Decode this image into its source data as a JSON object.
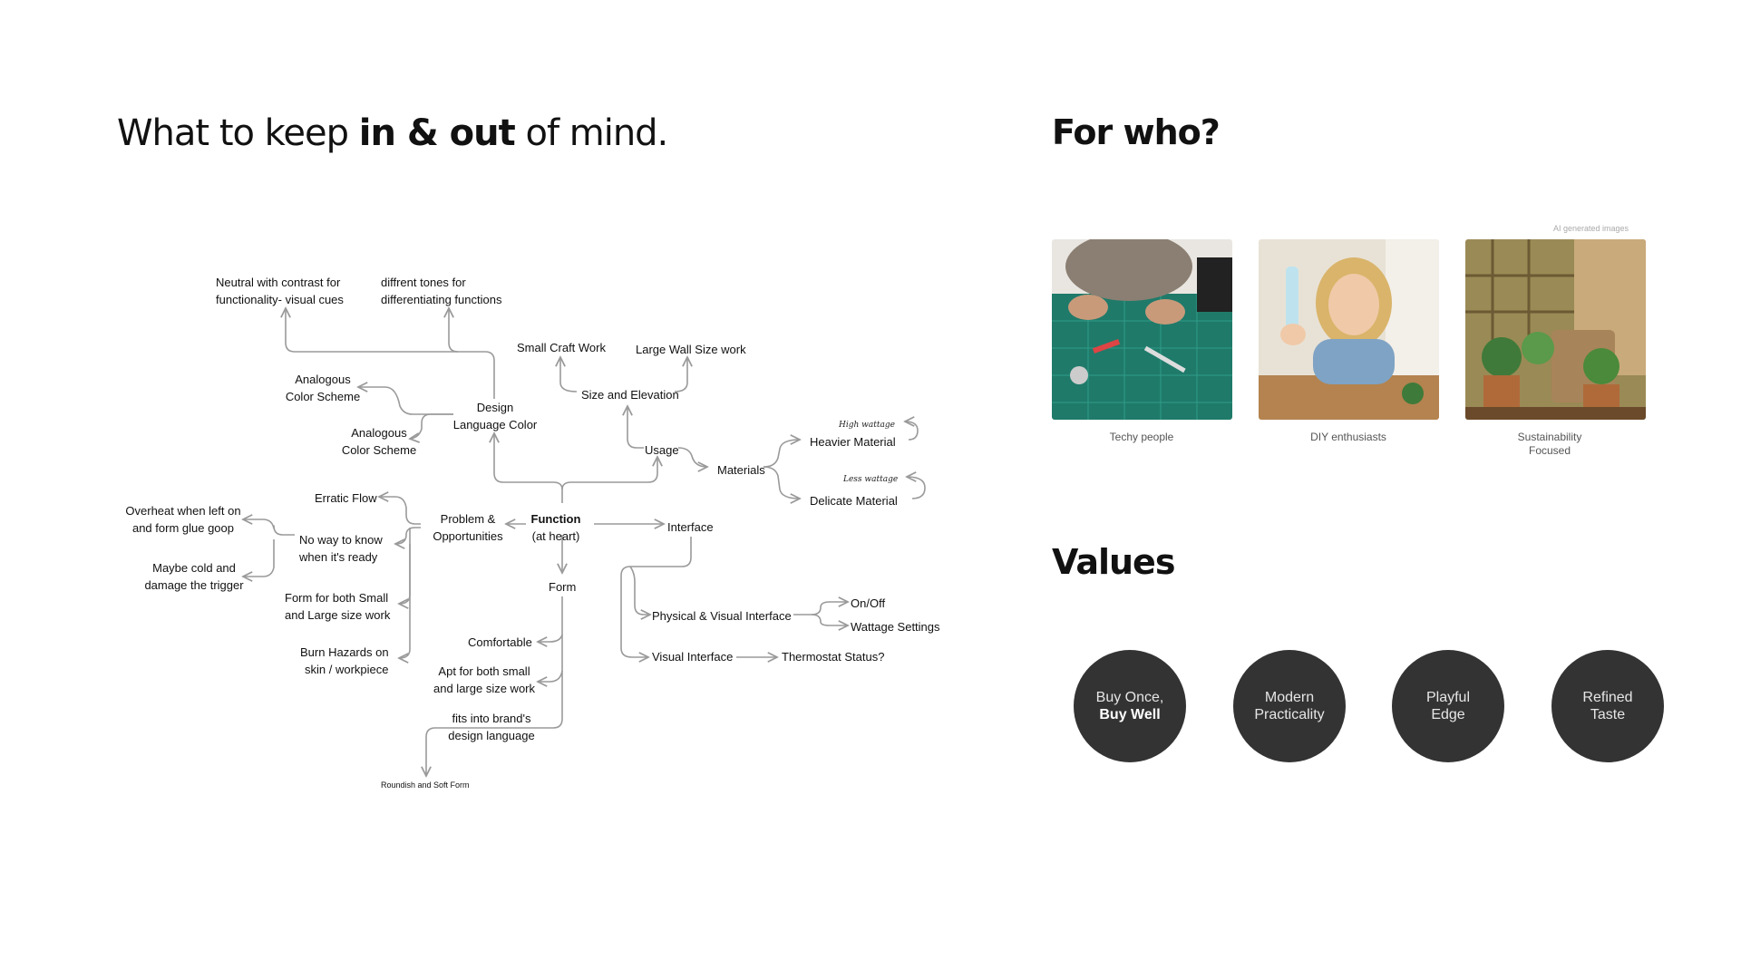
{
  "left": {
    "title_part1": "What to keep ",
    "title_bold1": "in & out",
    "title_part2": " of mind."
  },
  "mindmap": {
    "neutral": [
      "Neutral with contrast for",
      "functionality- visual cues"
    ],
    "tones": [
      "diffrent tones for",
      "differentiating functions"
    ],
    "small_craft": "Small Craft Work",
    "large_wall": "Large Wall Size work",
    "analog1": [
      "Analogous",
      "Color Scheme"
    ],
    "analog2": [
      "Analogous",
      "Color Scheme"
    ],
    "design_lang": [
      "Design",
      "Language Color"
    ],
    "size_elev": "Size and Elevation",
    "usage": "Usage",
    "materials": "Materials",
    "high_wattage": "High wattage",
    "heavier": "Heavier Material",
    "less_wattage": "Less wattage",
    "delicate": "Delicate Material",
    "erratic": "Erratic Flow",
    "overheat": [
      "Overheat when left on",
      "and form glue goop"
    ],
    "no_way": [
      "No way to know",
      "when it's ready"
    ],
    "maybe_cold": [
      "Maybe cold and",
      "damage the trigger"
    ],
    "form_both": [
      "Form for both Small",
      "and Large size work"
    ],
    "burn": [
      "Burn Hazards on",
      "skin / workpiece"
    ],
    "problem": [
      "Problem &",
      "Opportunities"
    ],
    "function": "Function",
    "function_sub": "(at heart)",
    "interface": "Interface",
    "form": "Form",
    "phys_visual": "Physical & Visual Interface",
    "on_off": "On/Off",
    "wattage_settings": "Wattage Settings",
    "visual_interface": "Visual Interface",
    "thermostat": "Thermostat Status?",
    "comfortable": "Comfortable",
    "apt": [
      "Apt for both small",
      "and large size work"
    ],
    "fits": [
      "fits into brand's",
      "design language"
    ],
    "roundish": "Roundish and Soft Form"
  },
  "for_who": {
    "heading": "For who?",
    "note": "AI generated images",
    "personas": [
      {
        "caption": "Techy  people",
        "image": "person-cutting-on-green-mat-with-3d-printer"
      },
      {
        "caption": "DIY enthusiasts",
        "image": "woman-holding-spray-bottle-thinking"
      },
      {
        "caption_line1": "Sustainability",
        "caption_line2": "Focused",
        "image": "gardener-with-potted-plants"
      }
    ]
  },
  "values": {
    "heading": "Values",
    "items": [
      {
        "line1": "Buy Once,",
        "line2": "Buy Well",
        "line2_bold": true
      },
      {
        "line1": "Modern",
        "line2": "Practicality"
      },
      {
        "line1": "Playful",
        "line2": "Edge"
      },
      {
        "line1": "Refined",
        "line2": "Taste"
      }
    ],
    "circle_color": "#333333"
  },
  "colors": {
    "connector": "#9a9a9a",
    "text": "#111111",
    "caption": "#555555"
  }
}
